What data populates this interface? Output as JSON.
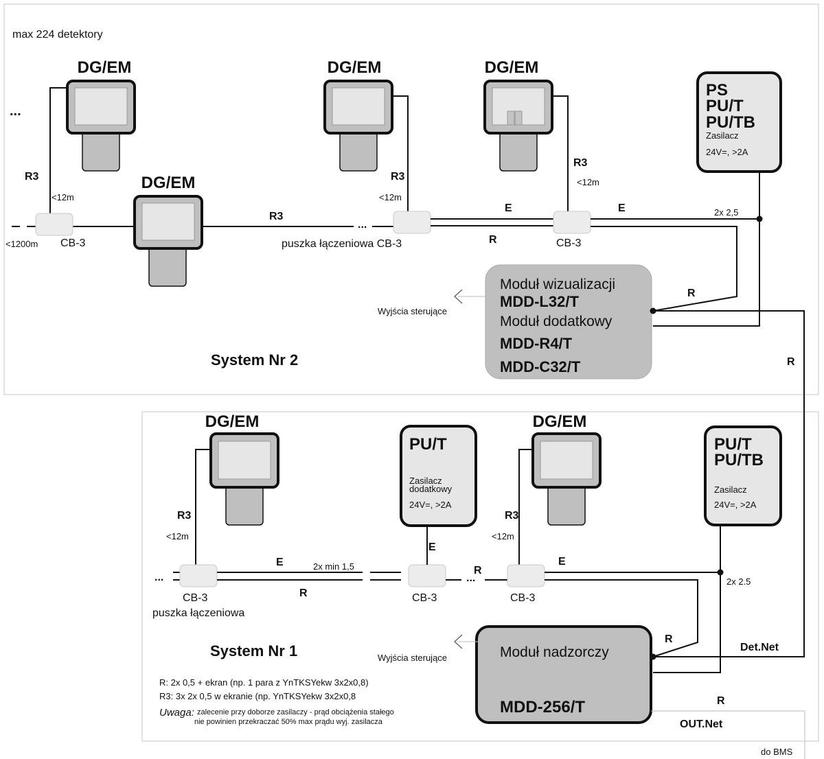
{
  "system2": {
    "title": "System Nr 2",
    "max_detectors": "max 224 detektory",
    "ellipsis": "...",
    "detectors": [
      {
        "label": "DG/EM"
      },
      {
        "label": "DG/EM"
      },
      {
        "label": "DG/EM"
      },
      {
        "label": "DG/EM"
      }
    ],
    "junction_boxes": [
      {
        "label": "CB-3"
      },
      {
        "label": "puszka łączeniowa CB-3"
      },
      {
        "label": "CB-3"
      }
    ],
    "cable_labels": {
      "r3_a": "R3",
      "len_a": "<12m",
      "r3_b": "R3",
      "len_b": "<12m",
      "r3_c": "R3",
      "len_c": "<12m",
      "r3_bus": "R3",
      "bus_len": "<1200m",
      "e1": "E",
      "r1": "R",
      "e2": "E",
      "cable_psu": "2x 2,5",
      "r_mod": "R",
      "r_link": "R",
      "dots": "..."
    },
    "psu": {
      "lines": [
        "PS",
        "PU/T",
        "PU/TB"
      ],
      "desc": "Zasilacz",
      "spec": "24V=, >2A"
    },
    "module": {
      "line1": "Moduł wizualizacji",
      "line2": "MDD-L32/T",
      "line3": "Moduł dodatkowy",
      "line4": "MDD-R4/T",
      "line5": "MDD-C32/T"
    },
    "outputs_label": "Wyjścia sterujące"
  },
  "system1": {
    "title": "System Nr 1",
    "detectors": [
      {
        "label": "DG/EM"
      },
      {
        "label": "DG/EM"
      }
    ],
    "junction_boxes": [
      {
        "label": "CB-3",
        "sublabel": "puszka łączeniowa"
      },
      {
        "label": "CB-3"
      },
      {
        "label": "CB-3"
      }
    ],
    "cable_labels": {
      "r3_a": "R3",
      "len_a": "<12m",
      "r3_b": "R3",
      "len_b": "<12m",
      "e1": "E",
      "r1": "R",
      "cable_min": "2x min 1,5",
      "e_psu": "E",
      "r_dots": "R",
      "e2": "E",
      "cable_psu": "2x 2.5",
      "r_mod": "R",
      "r_out": "R",
      "dots": "...",
      "det_net": "Det.Net",
      "out_net": "OUT.Net",
      "bms": "do BMS"
    },
    "psu_aux": {
      "title": "PU/T",
      "desc1": "Zasilacz",
      "desc2": "dodatkowy",
      "spec": "24V=, >2A"
    },
    "psu_main": {
      "lines": [
        "PU/T",
        "PU/TB"
      ],
      "desc": "Zasilacz",
      "spec": "24V=, >2A"
    },
    "module": {
      "line1": "Moduł nadzorczy",
      "line2": "MDD-256/T"
    },
    "outputs_label": "Wyjścia sterujące",
    "notes": {
      "r": "R: 2x 0,5 + ekran (np. 1 para z YnTKSYekw 3x2x0,8)",
      "r3": "R3: 3x 2x 0,5 w ekranie (np. YnTKSYekw 3x2x0,8",
      "warn_label": "Uwaga:",
      "warn_line1": "zalecenie przy doborze zasilaczy - prąd obciążenia stałego",
      "warn_line2": "nie powinien przekraczać 50% max prądu wyj. zasilacza"
    }
  }
}
